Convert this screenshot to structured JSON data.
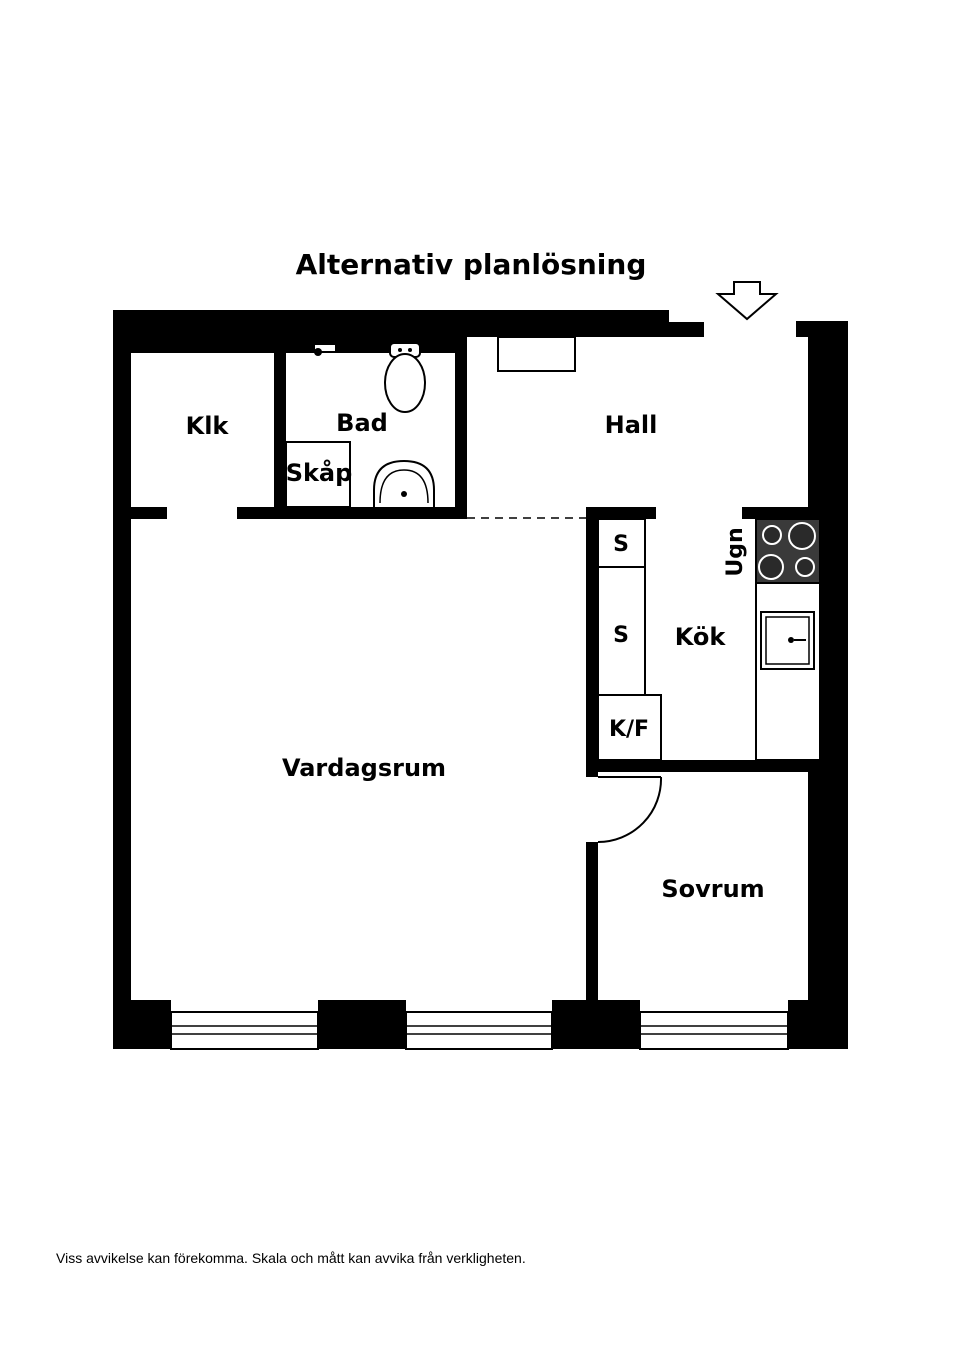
{
  "title": "Alternativ planlösning",
  "rooms": {
    "klk": "Klk",
    "bad": "Bad",
    "skap": "Skåp",
    "hall": "Hall",
    "ugn": "Ugn",
    "kok": "Kök",
    "s1": "S",
    "s2": "S",
    "kf": "K/F",
    "vardagsrum": "Vardagsrum",
    "sovrum": "Sovrum"
  },
  "disclaimer": "Viss avvikelse kan förekomma. Skala och mått kan avvika från verkligheten.",
  "icons": {
    "entrance": "entrance-arrow-icon",
    "toilet": "toilet-icon",
    "washbasin": "washbasin-icon",
    "stove": "stove-icon",
    "sink": "kitchen-sink-icon",
    "tap": "tap-icon"
  },
  "colors": {
    "wall": "#000000",
    "background": "#ffffff"
  }
}
